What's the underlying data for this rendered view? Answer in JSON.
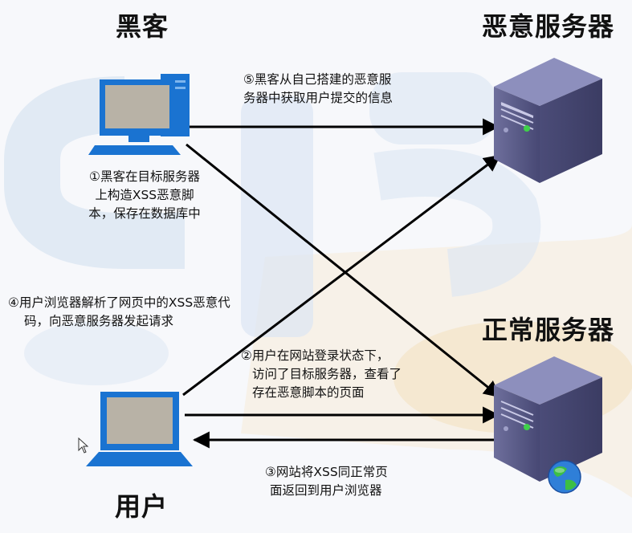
{
  "labels": {
    "hacker": "黑客",
    "malicious_server": "恶意服务器",
    "normal_server": "正常服务器",
    "user": "用户"
  },
  "steps": {
    "step1": [
      "①黑客在目标服务器",
      "上构造XSS恶意脚",
      "本，保存在数据库中"
    ],
    "step2": [
      "②用户在网站登录状态下，",
      "访问了目标服务器，查看了",
      "存在恶意脚本的页面"
    ],
    "step3": [
      "③网站将XSS同正常页",
      "面返回到用户浏览器"
    ],
    "step4": [
      "④用户浏览器解析了网页中的XSS恶意代",
      "码，向恶意服务器发起请求"
    ],
    "step5": [
      "⑤黑客从自己搭建的恶意服",
      "务器中获取用户提交的信息"
    ]
  },
  "colors": {
    "background": "#f7f8fb",
    "watermark_blue": "#dbe6f3",
    "watermark_orange": "#f7e6c6",
    "arrow": "#000000",
    "monitor_blue": "#1a73d1",
    "screen_gray": "#b8b2a6",
    "server_purple": "#5a5b85",
    "server_led": "#3fd04a"
  },
  "icons": {
    "hacker": "desktop-computer-icon",
    "malicious_server": "server-tower-icon",
    "normal_server": "server-tower-icon",
    "user": "laptop-icon",
    "globe": "globe-icon",
    "cursor": "mouse-cursor-icon"
  }
}
